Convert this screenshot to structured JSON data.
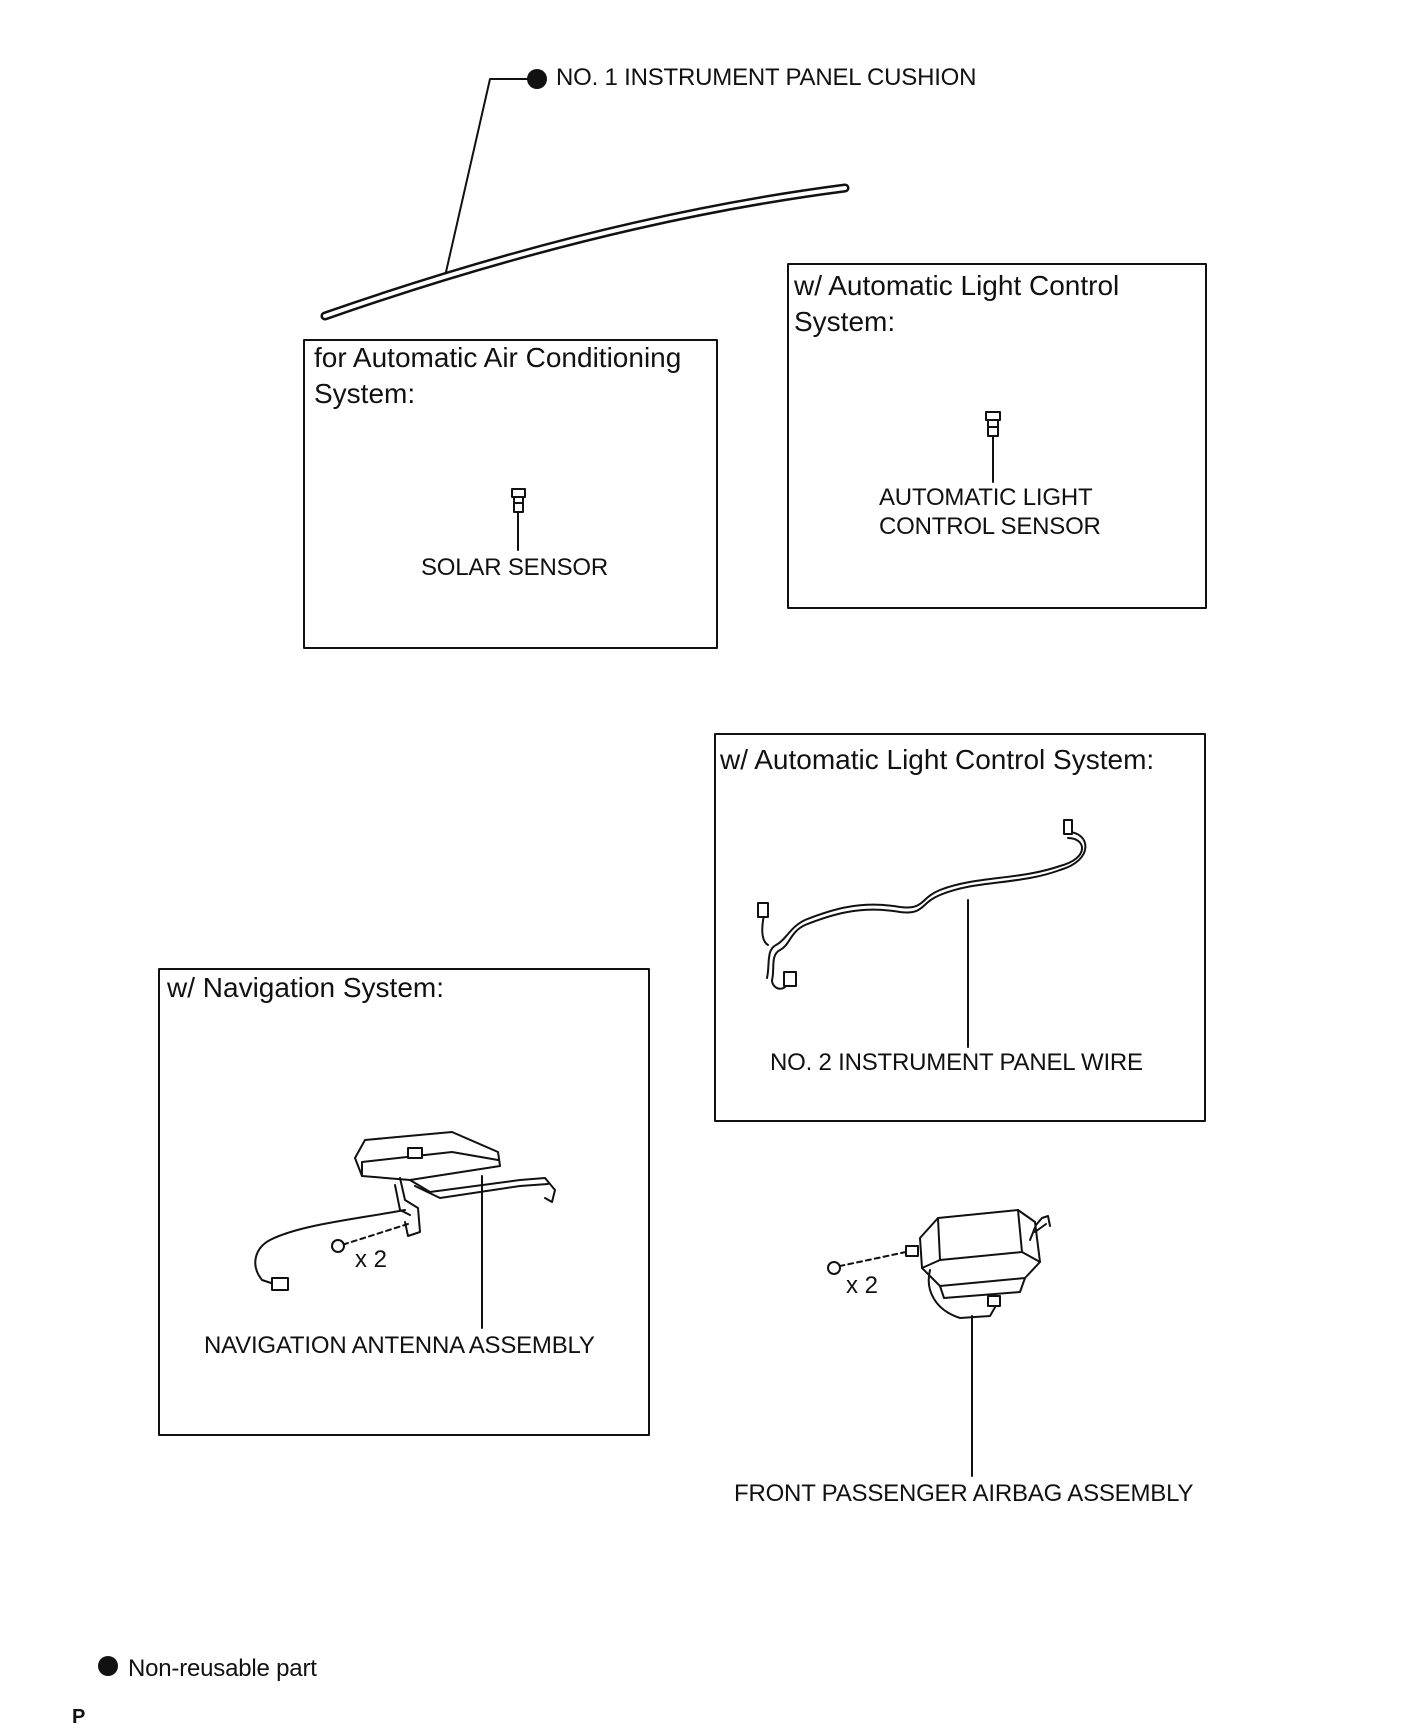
{
  "labels": {
    "cushion": "NO. 1 INSTRUMENT PANEL CUSHION",
    "solar_sensor": "SOLAR SENSOR",
    "light_sensor_line1": "AUTOMATIC LIGHT",
    "light_sensor_line2": "CONTROL SENSOR",
    "panel_wire": "NO. 2 INSTRUMENT PANEL WIRE",
    "nav_antenna": "NAVIGATION ANTENNA ASSEMBLY",
    "airbag": "FRONT PASSENGER AIRBAG ASSEMBLY",
    "qty_nav": "x 2",
    "qty_airbag": "x 2"
  },
  "boxes": {
    "aircon_line1": "for Automatic Air Conditioning",
    "aircon_line2": "System:",
    "light_line1": "w/ Automatic Light Control",
    "light_line2": "System:",
    "light_wire": "w/ Automatic Light Control System:",
    "navigation": "w/ Navigation System:"
  },
  "legend": {
    "non_reusable": "Non-reusable part",
    "code": "P"
  },
  "icons": {
    "non_reusable_marker": "filled-circle"
  }
}
